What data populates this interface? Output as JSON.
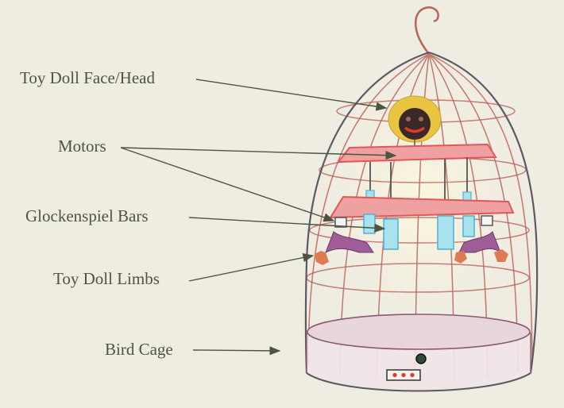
{
  "labels": {
    "face": "Toy Doll Face/Head",
    "motors": "Motors",
    "glockenspiel": "Glockenspiel  Bars",
    "limbs": "Toy Doll Limbs",
    "cage": "Bird Cage"
  },
  "colors": {
    "background": "#efece2",
    "label_text": "#4a5640",
    "arrow": "#4a5640",
    "cage_wire": "#b9635a",
    "cage_outline": "#5b5a63",
    "platform": "#e0575a",
    "bars": "#7fd0e6",
    "hair": "#e8c440",
    "face": "#3a2826",
    "mouth": "#e03a2a",
    "limbs": "#8e4a86",
    "hands": "#e07a52",
    "base": "#8a5a70"
  }
}
